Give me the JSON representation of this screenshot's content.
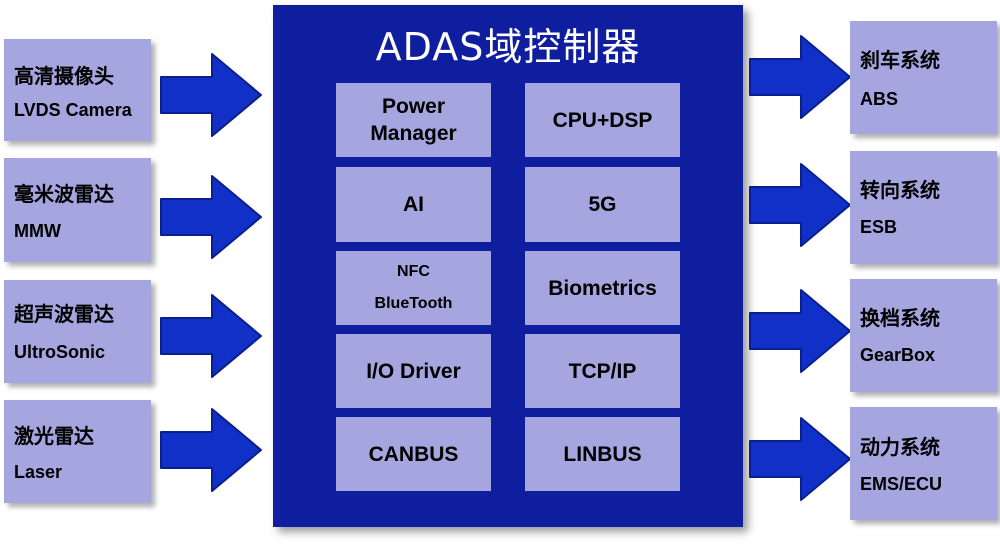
{
  "diagram": {
    "title": "ADAS域控制器",
    "inputs": [
      {
        "zh": "高清摄像头",
        "en": "LVDS Camera"
      },
      {
        "zh": "毫米波雷达",
        "en": "MMW"
      },
      {
        "zh": "超声波雷达",
        "en": "UltroSonic"
      },
      {
        "zh": "激光雷达",
        "en": "Laser"
      }
    ],
    "outputs": [
      {
        "zh": "刹车系统",
        "en": "ABS"
      },
      {
        "zh": "转向系统",
        "en": "ESB"
      },
      {
        "zh": "换档系统",
        "en": "GearBox"
      },
      {
        "zh": "动力系统",
        "en": "EMS/ECU"
      }
    ],
    "modules_left": [
      {
        "lines": [
          "Power",
          "Manager"
        ]
      },
      {
        "lines": [
          "AI"
        ]
      },
      {
        "lines": [
          "NFC",
          "BlueTooth"
        ]
      },
      {
        "lines": [
          "I/O Driver"
        ]
      },
      {
        "lines": [
          "CANBUS"
        ]
      }
    ],
    "modules_right": [
      {
        "lines": [
          "CPU+DSP"
        ]
      },
      {
        "lines": [
          "5G"
        ]
      },
      {
        "lines": [
          "Biometrics"
        ]
      },
      {
        "lines": [
          "TCP/IP"
        ]
      },
      {
        "lines": [
          "LINBUS"
        ]
      }
    ]
  },
  "colors": {
    "controller_bg": "#0f1e9e",
    "box_bg": "#a5a5e0",
    "arrow_fill": "#1030c8",
    "arrow_stroke": "#0a1e8c",
    "title_color": "#ffffff",
    "text_color": "#000000"
  },
  "icons": {
    "arrow": "right-block-arrow"
  }
}
